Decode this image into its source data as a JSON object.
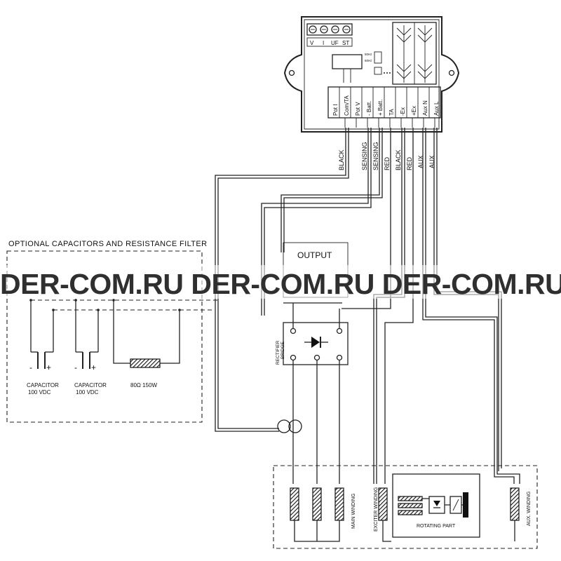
{
  "regulator": {
    "top_pots": [
      "V",
      "I",
      "UF",
      "ST"
    ],
    "jumper_labels": [
      "50Hz",
      "60Hz"
    ],
    "terminals": [
      "Pot I",
      "Com/TA",
      "Pot V",
      "- Batt.",
      "+ Batt.",
      "TA",
      "-Ex",
      "+Ex",
      "Aux N",
      "Aux L"
    ]
  },
  "wires": [
    "BLACK",
    "SENSING",
    "SENSING",
    "RED",
    "BLACK",
    "RED",
    "AUX",
    "AUX"
  ],
  "filter": {
    "title": "OPTIONAL CAPACITORS AND RESISTANCE FILTER",
    "capacitor1_line1": "CAPACITOR",
    "capacitor1_line2": "100 VDC",
    "capacitor2_line1": "CAPACITOR",
    "capacitor2_line2": "100 VDC",
    "resistor": "80Ω 150W",
    "minus": "-",
    "plus": "+"
  },
  "output_label": "OUTPUT",
  "rectifier": {
    "line1": "RECTIFIER",
    "line2": "BRIDGE"
  },
  "generator": {
    "main_winding": "MAIN WINDING",
    "exciter_winding": "EXCITER WINDING",
    "rotating_part": "ROTATING PART",
    "aux_winding": "AUX. WINDING"
  },
  "watermark": "DER-COM.RU DER-COM.RU DER-COM.RU"
}
